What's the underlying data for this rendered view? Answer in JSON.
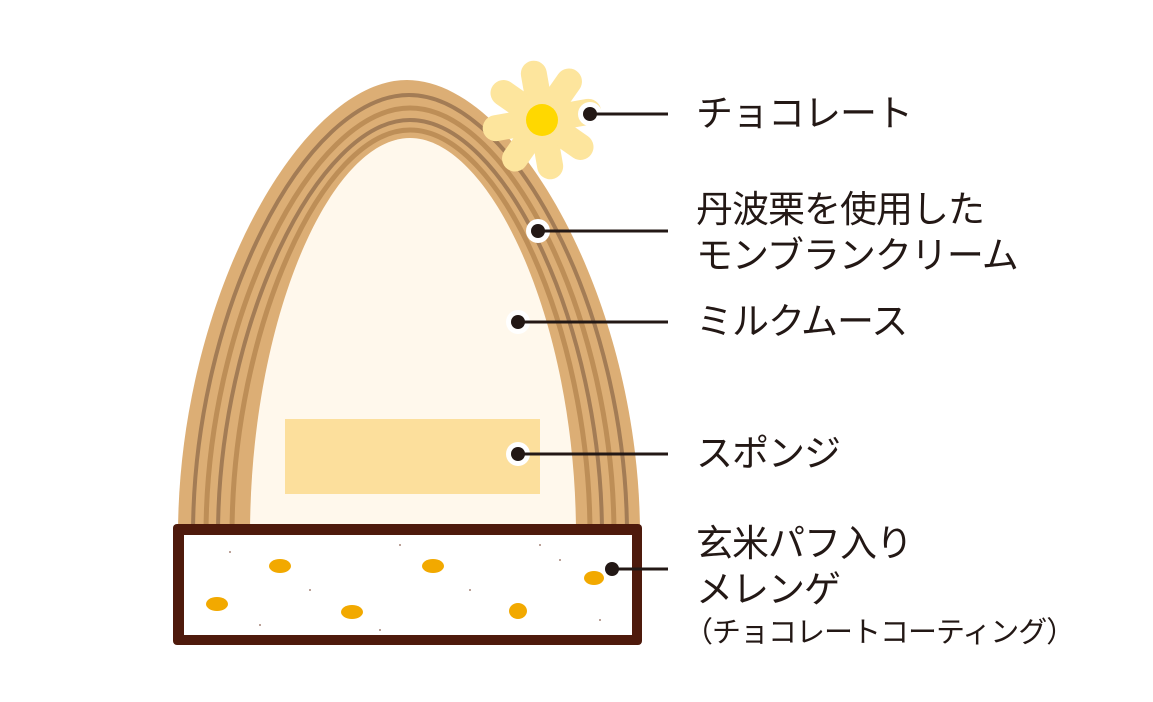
{
  "labels": {
    "chocolate": "チョコレート",
    "cream_line1": "丹波栗を使用した",
    "cream_line2": "モンブランクリーム",
    "mousse": "ミルクムース",
    "sponge": "スポンジ",
    "meringue_line1": "玄米パフ入り",
    "meringue_line2": "メレンゲ",
    "meringue_note": "（チョコレートコーティング）"
  },
  "colors": {
    "cream_light": "#dcae75",
    "cream_dark": "#a37c55",
    "mousse": "#fff8ec",
    "sponge": "#fcdf9c",
    "meringue_border": "#4e1a0c",
    "puff": "#f2a900",
    "flower": "#fde59d",
    "flower_center": "#ffd800",
    "callout": "#231815"
  }
}
